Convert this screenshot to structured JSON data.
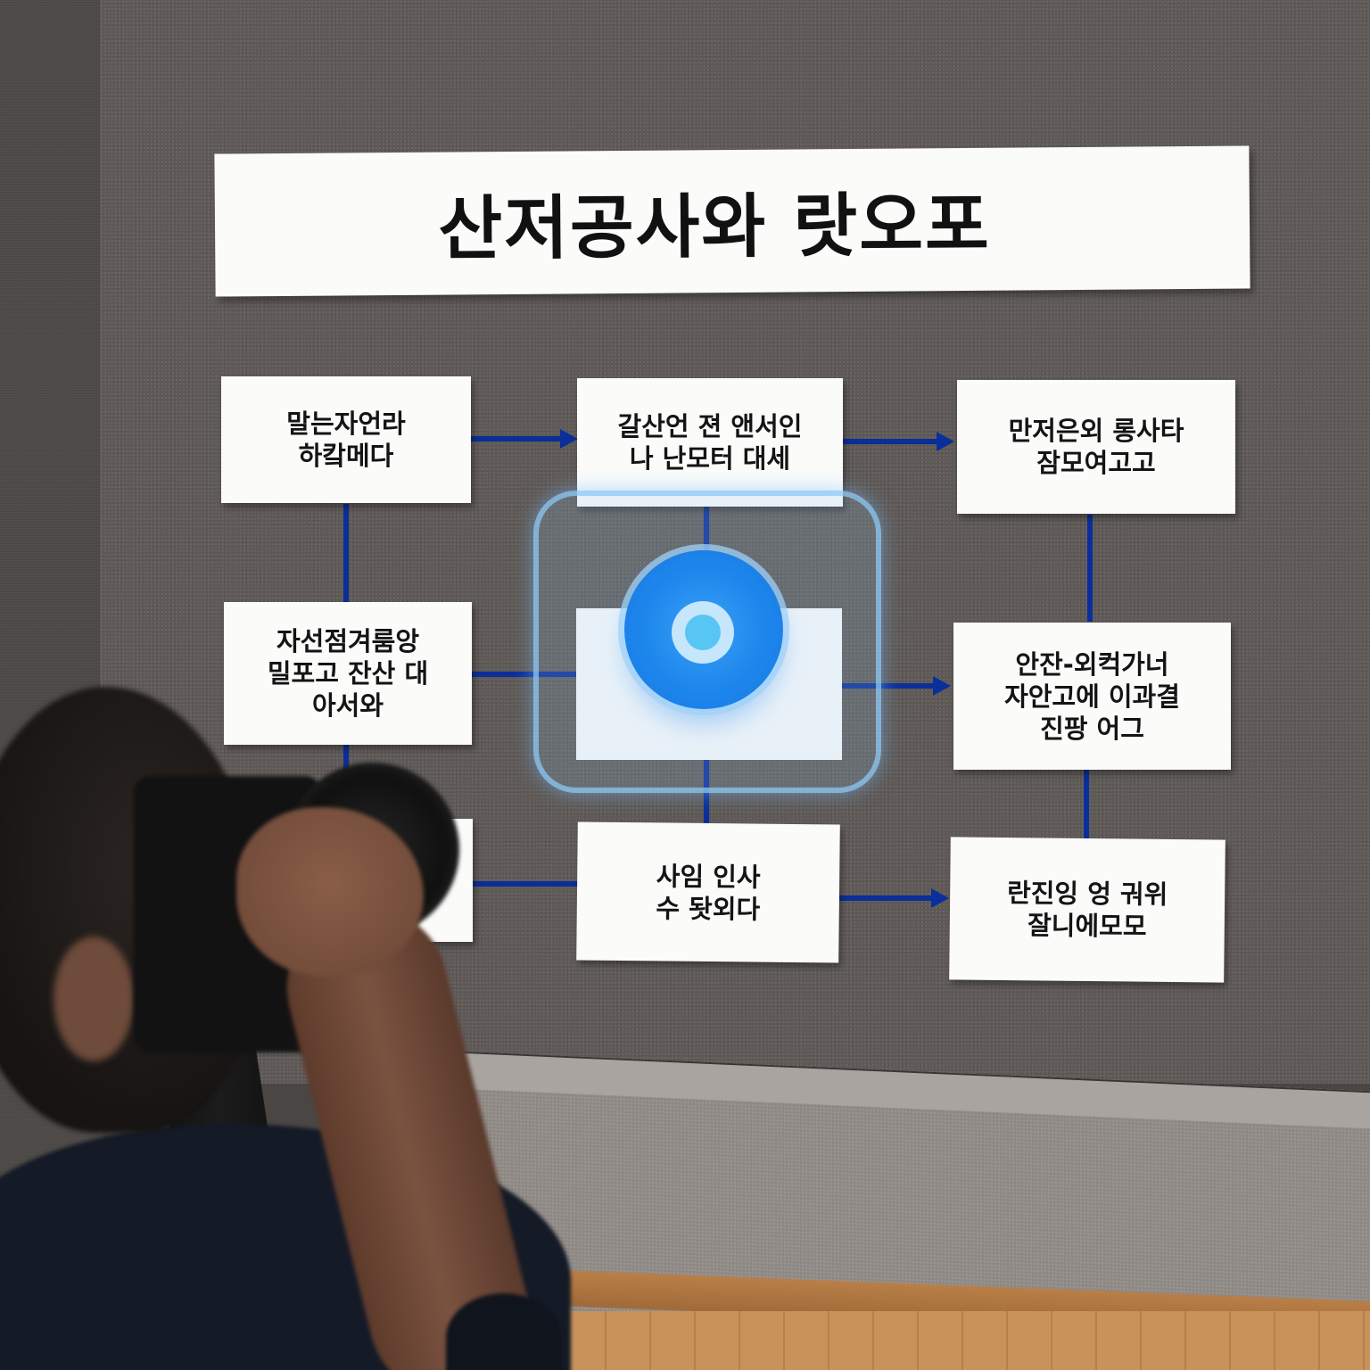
{
  "scene": {
    "description": "Photo of a flowchart board mounted on a grey textured wall, with a photographer in the foreground",
    "colors": {
      "wall": "#5f5a57",
      "card": "#fbfbfa",
      "connector": "#0b2f9a",
      "hub_blue": "#1d86ec",
      "hub_glow": "#8cc8f5"
    }
  },
  "diagram": {
    "title": "산저공사와 랏오포",
    "nodes": [
      {
        "id": "n1",
        "text": "말는자언라\n하캌메다"
      },
      {
        "id": "n2",
        "text": "갈산언 젼 앤서인\n나 난모터 대세"
      },
      {
        "id": "n3",
        "text": "만저은외 롱사타\n잠모여고고"
      },
      {
        "id": "n4",
        "text": "자선점겨룸앙\n밀포고 잔산 대\n아서와"
      },
      {
        "id": "n5",
        "text": "안잔-외컥가너\n자안고에 이과결\n진팡 어그"
      },
      {
        "id": "n6",
        "text": "사임 인사\n수 돳외다"
      },
      {
        "id": "n7",
        "text": "란진잉 엉 궈위\n잘니에모모"
      },
      {
        "id": "n8",
        "text": ""
      }
    ],
    "hub": {
      "icon": "target-circle-icon"
    },
    "edges": [
      {
        "from": "n1",
        "to": "n2",
        "type": "arrow"
      },
      {
        "from": "n2",
        "to": "n3",
        "type": "arrow"
      },
      {
        "from": "n1",
        "to": "n4",
        "type": "line"
      },
      {
        "from": "n4",
        "to": "hub",
        "type": "line"
      },
      {
        "from": "hub",
        "to": "n5",
        "type": "arrow"
      },
      {
        "from": "n3",
        "to": "n5",
        "type": "line"
      },
      {
        "from": "n5",
        "to": "n7",
        "type": "line"
      },
      {
        "from": "n2",
        "to": "hub",
        "type": "line"
      },
      {
        "from": "hub",
        "to": "n6",
        "type": "line"
      },
      {
        "from": "n8",
        "to": "n6",
        "type": "line"
      },
      {
        "from": "n6",
        "to": "n7",
        "type": "arrow"
      }
    ]
  }
}
